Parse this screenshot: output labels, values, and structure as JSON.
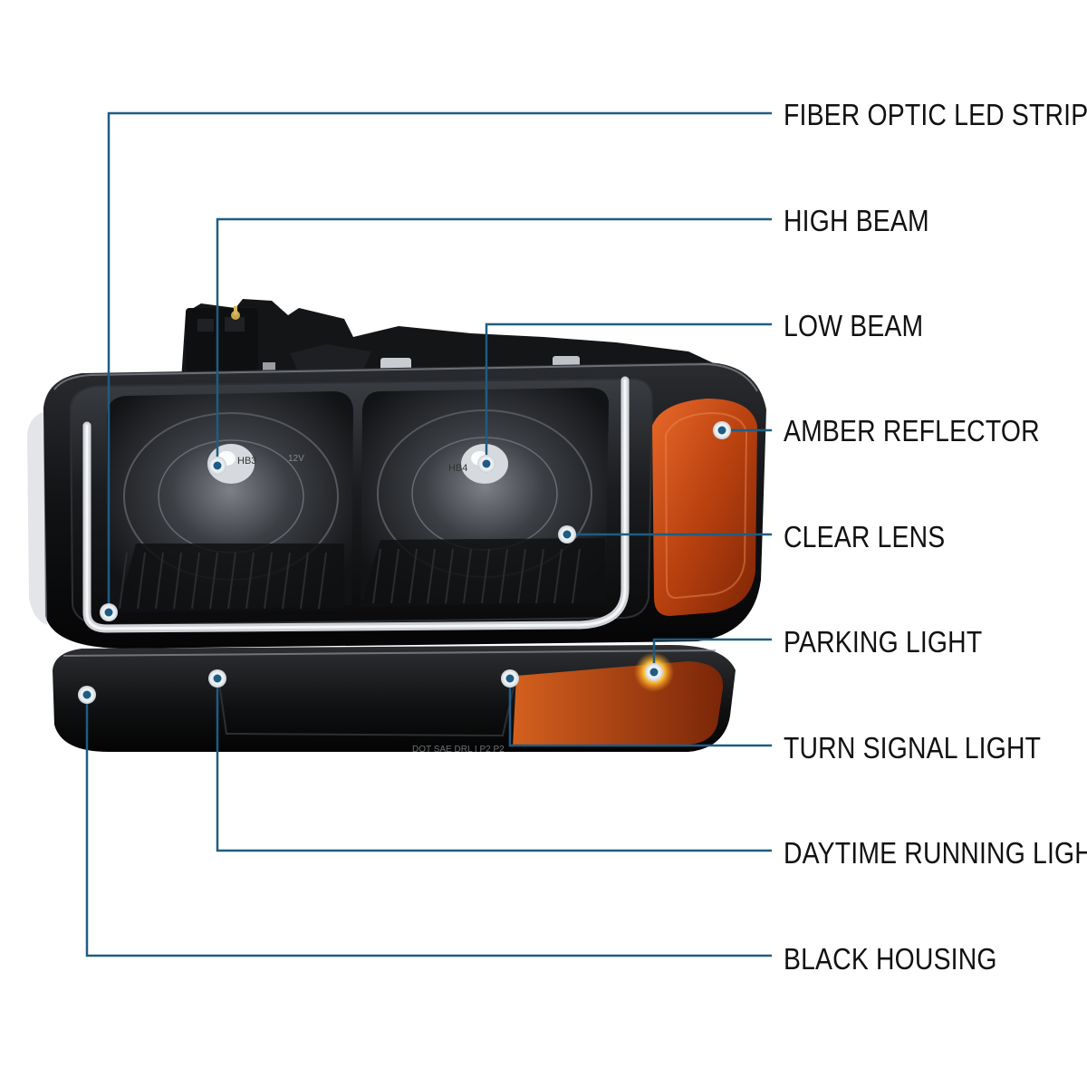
{
  "diagram": {
    "accent_color": "#1f5c84",
    "marker_color": "#1f5c84",
    "labels": {
      "fiber_optic_led_strip": "FIBER OPTIC LED STRIP",
      "high_beam": "HIGH BEAM",
      "low_beam": "LOW BEAM",
      "amber_reflector": "AMBER REFLECTOR",
      "clear_lens": "CLEAR LENS",
      "parking_light": "PARKING LIGHT",
      "turn_signal_light": "TURN SIGNAL LIGHT",
      "daytime_running_light": "DAYTIME RUNNING LIGHT",
      "black_housing": "BLACK HOUSING"
    },
    "bulb_markings": {
      "high_bulb": "HB3",
      "low_bulb": "HB4",
      "voltage": "12V",
      "lamp_code": "DOT SAE DRL I P2 P2"
    },
    "product_colors": {
      "housing": "#0d0d0f",
      "amber": "#c24a16",
      "led_strip": "#d8dde2"
    }
  }
}
